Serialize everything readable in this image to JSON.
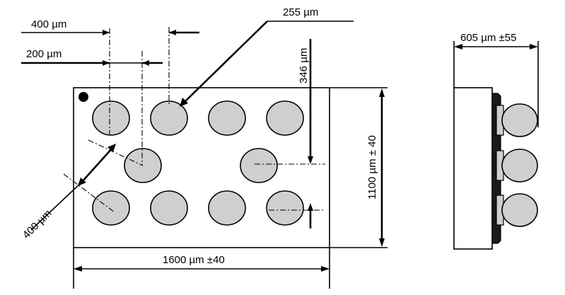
{
  "labels": {
    "pitch_400_top": "400 µm",
    "offset_200": "200 µm",
    "diameter_255": "255 µm",
    "pitch_346": "346 µm",
    "pitch_400_diag": "400 µm",
    "height_1100": "1100 µm ± 40",
    "width_1600": "1600 µm ±40",
    "side_605": "605 µm ±55"
  },
  "balls": {
    "row_top_count": 4,
    "row_middle_count": 2,
    "row_bottom_count": 4,
    "side_view_count": 3
  },
  "colors": {
    "ball_fill": "#cfcfcf",
    "line": "#000000",
    "background": "#ffffff"
  }
}
